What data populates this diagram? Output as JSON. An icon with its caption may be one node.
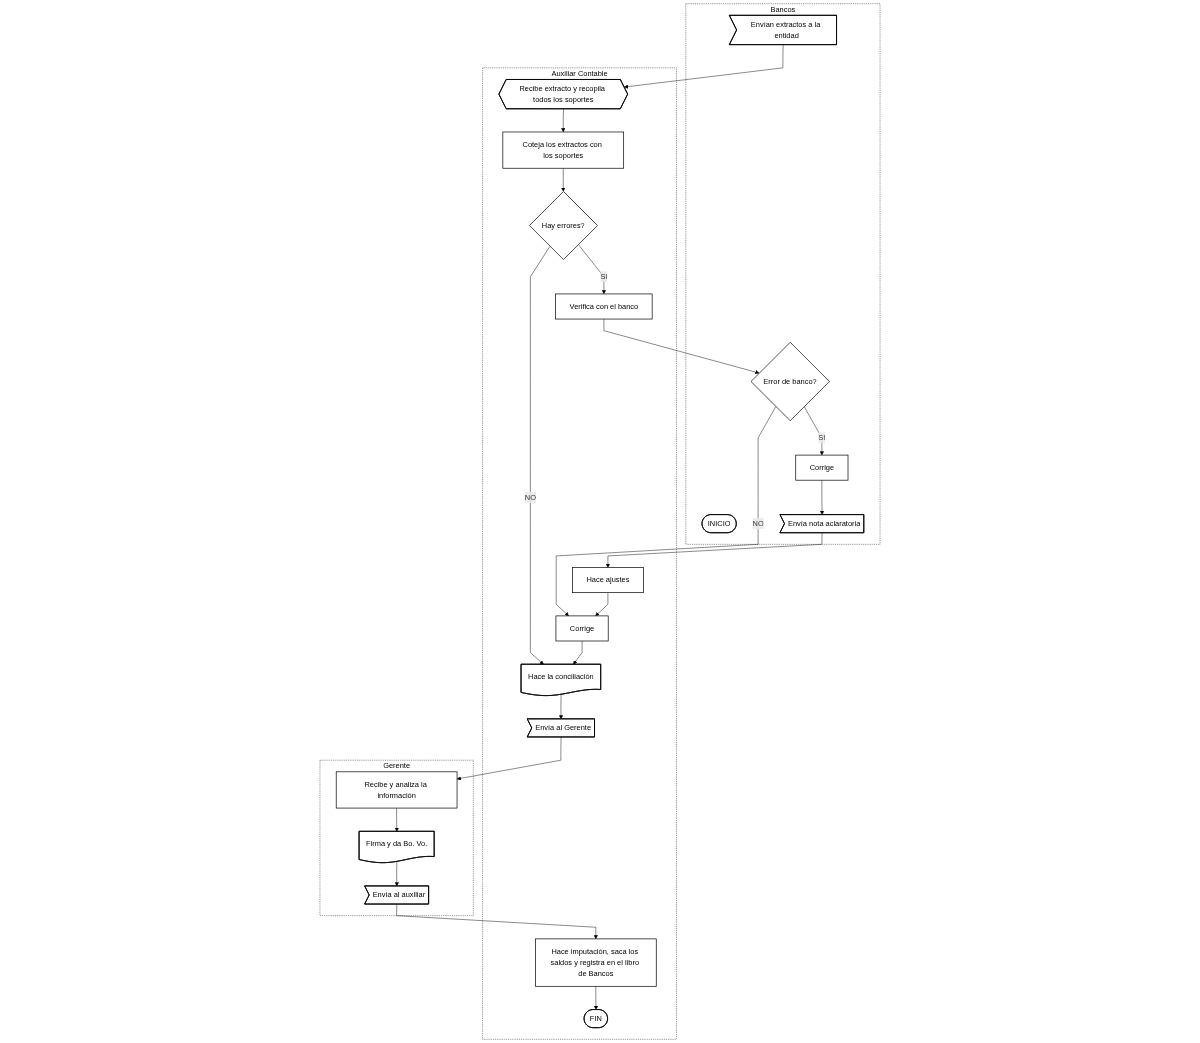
{
  "diagram": {
    "nodes": [
      {
        "text": [
          "Bancos"
        ]
      },
      {
        "text": [
          "Auxiliar  Contable"
        ]
      },
      {
        "text": [
          "Gerente"
        ]
      },
      {
        "text": [
          "INICIO"
        ],
        "in": 0
      },
      {
        "text": [
          "Envían extractos a la entidad"
        ],
        "in": 0
      },
      {
        "text": [
          "Recibe extracto y recopila todos los soportes"
        ],
        "in": 1
      },
      {
        "text": [
          "FIN"
        ],
        "in": 1
      },
      {
        "text": [
          "Hace imputación, saca los saldos y registra en el libro de Bancos"
        ],
        "in": 1
      },
      {
        "text": [
          "Envía al auxiliar"
        ],
        "in": 2
      },
      {
        "text": [
          "Error de banco?"
        ],
        "in": 0
      },
      {
        "text": [
          "Coteja los extractos con los soportes"
        ],
        "in": 1
      },
      {
        "text": [
          "Verifica con el banco"
        ],
        "in": 1
      },
      {
        "text": [
          "Hay errores?"
        ],
        "in": 1
      },
      {
        "text": [
          "Corrige"
        ],
        "in": 0
      },
      {
        "text": [
          "Firma y da Bo. Vo."
        ],
        "in": 2
      },
      {
        "text": [
          "Corrige"
        ],
        "in": 1
      },
      {
        "text": [
          "Hace la conciliación"
        ],
        "in": 1
      },
      {
        "text": [
          "Envía nota aclaratoria"
        ],
        "in": 0
      },
      {
        "text": [
          "Hace ajustes"
        ],
        "in": 1
      },
      {
        "text": [
          "Envía al Gerente"
        ],
        "in": 1
      },
      {
        "text": [
          "Recibe y analiza la información"
        ],
        "in": 2
      }
    ],
    "edges": [
      {
        "from": 4,
        "to": 5,
        "arrow": "to"
      },
      {
        "from": 5,
        "to": 10,
        "arrow": "to"
      },
      {
        "from": 10,
        "to": 12,
        "arrow": "to"
      },
      {
        "from": 12,
        "to": 11,
        "arrow": "to",
        "label": "SI"
      },
      {
        "from": 11,
        "to": 9,
        "arrow": "to"
      },
      {
        "from": 9,
        "to": 13,
        "arrow": "to",
        "label": "SI"
      },
      {
        "from": 9,
        "to": 15,
        "arrow": "to",
        "label": "NO"
      },
      {
        "from": 12,
        "to": 16,
        "arrow": "to",
        "label": "NO"
      },
      {
        "from": 13,
        "to": 17,
        "arrow": "to"
      },
      {
        "from": 17,
        "to": 18,
        "arrow": "to"
      },
      {
        "from": 18,
        "to": 15,
        "arrow": "to"
      },
      {
        "from": 15,
        "to": 16,
        "arrow": "to"
      },
      {
        "from": 16,
        "to": 19,
        "arrow": "to"
      },
      {
        "from": 19,
        "to": 20,
        "arrow": "to"
      },
      {
        "from": 20,
        "to": 14,
        "arrow": "to"
      },
      {
        "from": 14,
        "to": 8,
        "arrow": "to"
      },
      {
        "from": 8,
        "to": 7,
        "arrow": "to"
      },
      {
        "from": 7,
        "to": 6,
        "arrow": "to"
      }
    ]
  }
}
